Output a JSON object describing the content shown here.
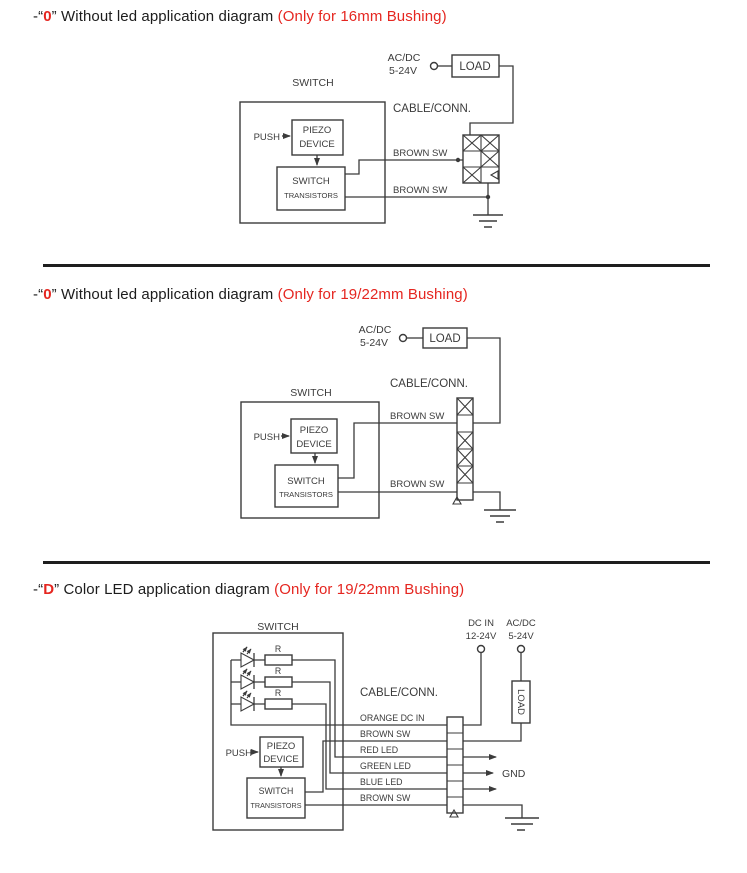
{
  "colors": {
    "accent_red": "#e52620",
    "line": "#3b3b3b",
    "background": "#ffffff"
  },
  "sections": [
    {
      "title": {
        "prefix": "-“",
        "key": "0",
        "rest": "” Without led application diagram ",
        "paren": "(Only for 16mm Bushing)"
      },
      "labels": {
        "acdc": "AC/DC",
        "voltage": "5-24V",
        "load": "LOAD",
        "switch": "SWITCH",
        "cable": "CABLE/CONN.",
        "push": "PUSH",
        "piezo_line1": "PIEZO",
        "piezo_line2": "DEVICE",
        "trans_line1": "SWITCH",
        "trans_line2": "TRANSISTORS",
        "wire_top": "BROWN SW",
        "wire_bottom": "BROWN SW"
      }
    },
    {
      "title": {
        "prefix": "-“",
        "key": "0",
        "rest": "” Without led application diagram ",
        "paren": "(Only for 19/22mm Bushing)"
      },
      "labels": {
        "acdc": "AC/DC",
        "voltage": "5-24V",
        "load": "LOAD",
        "switch": "SWITCH",
        "cable": "CABLE/CONN.",
        "push": "PUSH",
        "piezo_line1": "PIEZO",
        "piezo_line2": "DEVICE",
        "trans_line1": "SWITCH",
        "trans_line2": "TRANSISTORS",
        "wire_top": "BROWN SW",
        "wire_bottom": "BROWN SW"
      }
    },
    {
      "title": {
        "prefix": "-“",
        "key": "D",
        "rest": "” Color LED application diagram ",
        "paren": "(Only for 19/22mm Bushing)"
      },
      "labels": {
        "switch": "SWITCH",
        "cable": "CABLE/CONN.",
        "push": "PUSH",
        "piezo_line1": "PIEZO",
        "piezo_line2": "DEVICE",
        "trans_line1": "SWITCH",
        "trans_line2": "TRANSISTORS",
        "resistor": "R",
        "dcin_line1": "DC IN",
        "dcin_line2": "12-24V",
        "acdc_line1": "AC/DC",
        "acdc_line2": "5-24V",
        "load": "LOAD",
        "gnd": "GND",
        "wires": [
          "ORANGE DC IN",
          "BROWN SW",
          "RED LED",
          "GREEN LED",
          "BLUE LED",
          "BROWN SW"
        ]
      }
    }
  ]
}
